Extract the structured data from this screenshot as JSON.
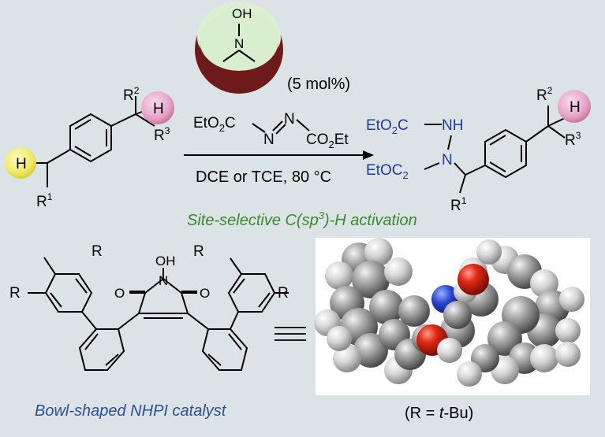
{
  "catalyst_loading": "(5 mol%)",
  "catalyst_oh": "OH",
  "catalyst_n": "N",
  "reagent": {
    "left": "EtO",
    "left_sub": "2",
    "left_c": "C",
    "n1": "N",
    "n2": "N",
    "right_co": "CO",
    "right_sub": "2",
    "right_et": "Et"
  },
  "conditions": "DCE or TCE, 80 °C",
  "substrate": {
    "h_primary": "H",
    "h_tertiary": "H",
    "r1": "R",
    "r1_sup": "1",
    "r2": "R",
    "r2_sup": "2",
    "r3": "R",
    "r3_sup": "3"
  },
  "product": {
    "eto_top": "EtO",
    "eto_top_sub": "2",
    "eto_top_c": "C",
    "nh": "NH",
    "n": "N",
    "eto_bot": "EtO",
    "eto_bot_c": "C",
    "eto_bot_sub": "2",
    "h": "H",
    "r1": "R",
    "r1_sup": "1",
    "r2": "R",
    "r2_sup": "2",
    "r3": "R",
    "r3_sup": "3"
  },
  "caption_selective_a": "Site-selective C(sp",
  "caption_selective_sup": "3",
  "caption_selective_b": ")-H activation",
  "nhpi": {
    "oh": "OH",
    "n": "N",
    "o_left": "O",
    "o_right": "O",
    "r": "R"
  },
  "caption_catalyst": "Bowl-shaped NHPI catalyst",
  "r_definition_a": "(R = ",
  "r_definition_italic": "t",
  "r_definition_b": "-Bu)",
  "colors": {
    "background": "#dce3e6",
    "caption_green": "#3a8a2a",
    "caption_blue": "#2a4f9a",
    "product_blue": "#1f3c9a",
    "bowl": "#6e1a1a",
    "bowl_inner": "#d8ecd0",
    "h_yellow": "#f2ef7a",
    "h_pink": "#e6a8c8"
  }
}
